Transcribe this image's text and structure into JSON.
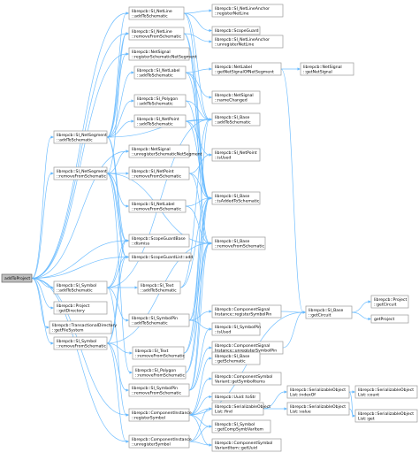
{
  "root": {
    "id": "root",
    "lines": [
      "addToProject"
    ]
  },
  "nodes": [
    {
      "id": "n1",
      "lines": [
        "librepcb::SI_NetLine",
        "::addToSchematic"
      ]
    },
    {
      "id": "n2",
      "lines": [
        "librepcb::SI_NetLine",
        "::removeFromSchematic"
      ]
    },
    {
      "id": "n3",
      "lines": [
        "librepcb::NetSignal",
        "::registerSchematicNetSegment"
      ]
    },
    {
      "id": "n4",
      "lines": [
        "librepcb::SI_NetLabel",
        "::addToSchematic"
      ]
    },
    {
      "id": "n5",
      "lines": [
        "librepcb::SI_Polygon",
        "::addToSchematic"
      ]
    },
    {
      "id": "n6",
      "lines": [
        "librepcb::SI_NetPoint",
        "::addToSchematic"
      ]
    },
    {
      "id": "n7",
      "lines": [
        "librepcb::SI_NetSegment",
        "::addToSchematic"
      ]
    },
    {
      "id": "n8",
      "lines": [
        "librepcb::NetSignal",
        "::unregisterSchematicNetSegment"
      ]
    },
    {
      "id": "n9",
      "lines": [
        "librepcb::SI_NetSegment",
        "::removeFromSchematic"
      ]
    },
    {
      "id": "n10",
      "lines": [
        "librepcb::SI_NetPoint",
        "::removeFromSchematic"
      ]
    },
    {
      "id": "n11",
      "lines": [
        "librepcb::SI_NetLabel",
        "::removeFromSchematic"
      ]
    },
    {
      "id": "n12",
      "lines": [
        "librepcb::ScopeGuardBase",
        "::dismiss"
      ]
    },
    {
      "id": "n13",
      "lines": [
        "librepcb::ScopeGuardList::add"
      ]
    },
    {
      "id": "n14",
      "lines": [
        "librepcb::SI_Symbol",
        "::addToSchematic"
      ]
    },
    {
      "id": "n15",
      "lines": [
        "librepcb::SI_Text",
        "::addToSchematic"
      ]
    },
    {
      "id": "n16",
      "lines": [
        "librepcb::Project",
        "::getDirectory"
      ]
    },
    {
      "id": "n17",
      "lines": [
        "librepcb::TransactionalDirectory",
        "::getFileSystem"
      ]
    },
    {
      "id": "n18",
      "lines": [
        "librepcb::SI_Symbol",
        "::removeFromSchematic"
      ]
    },
    {
      "id": "n19",
      "lines": [
        "librepcb::SI_SymbolPin",
        "::addToSchematic"
      ]
    },
    {
      "id": "n20",
      "lines": [
        "librepcb::SI_Text",
        "::removeFromSchematic"
      ]
    },
    {
      "id": "n21",
      "lines": [
        "librepcb::SI_Polygon",
        "::removeFromSchematic"
      ]
    },
    {
      "id": "n22",
      "lines": [
        "librepcb::SI_SymbolPin",
        "::removeFromSchematic"
      ]
    },
    {
      "id": "n23",
      "lines": [
        "librepcb::ComponentInstance",
        "::registerSymbol"
      ]
    },
    {
      "id": "n24",
      "lines": [
        "librepcb::ComponentInstance",
        "::unregisterSymbol"
      ]
    },
    {
      "id": "n25",
      "lines": [
        "librepcb::SI_NetLineAnchor",
        "::registerNetLine"
      ]
    },
    {
      "id": "n26",
      "lines": [
        "librepcb::ScopeGuard"
      ]
    },
    {
      "id": "n27",
      "lines": [
        "librepcb::SI_NetLineAnchor",
        "::unregisterNetLine"
      ]
    },
    {
      "id": "n28",
      "lines": [
        "librepcb::NetLabel",
        "::getNetSignalOfNetSegment"
      ]
    },
    {
      "id": "n29",
      "lines": [
        "librepcb::NetSignal",
        "::nameChanged"
      ]
    },
    {
      "id": "n30",
      "lines": [
        "librepcb::SI_Base",
        "::addToSchematic"
      ]
    },
    {
      "id": "n31",
      "lines": [
        "librepcb::SI_NetPoint",
        "::isUsed"
      ]
    },
    {
      "id": "n32",
      "lines": [
        "librepcb::SI_Base",
        "::isAddedToSchematic"
      ]
    },
    {
      "id": "n33",
      "lines": [
        "librepcb::SI_Base",
        "::removeFromSchematic"
      ]
    },
    {
      "id": "n34",
      "lines": [
        "librepcb::ComponentSignal",
        "Instance::registerSymbolPin"
      ]
    },
    {
      "id": "n35",
      "lines": [
        "librepcb::SI_SymbolPin",
        "::isUsed"
      ]
    },
    {
      "id": "n36",
      "lines": [
        "librepcb::ComponentSignal",
        "Instance::unregisterSymbolPin"
      ]
    },
    {
      "id": "n37",
      "lines": [
        "librepcb::SI_Base",
        "::getSchematic"
      ]
    },
    {
      "id": "n38",
      "lines": [
        "librepcb::ComponentSymbol",
        "Variant::getSymbolItems"
      ]
    },
    {
      "id": "n39",
      "lines": [
        "librepcb::Uuid::toStr"
      ]
    },
    {
      "id": "n40",
      "lines": [
        "librepcb::SerializableObject",
        "List::find"
      ]
    },
    {
      "id": "n41",
      "lines": [
        "librepcb::SI_Symbol",
        "::getCompSymbVarItem"
      ]
    },
    {
      "id": "n42",
      "lines": [
        "librepcb::ComponentSymbol",
        "VariantItem::getUuid"
      ]
    },
    {
      "id": "n43",
      "lines": [
        "librepcb::NetSignal",
        "::getNetSignal"
      ]
    },
    {
      "id": "n44",
      "lines": [
        "librepcb::SI_Base",
        "::getCircuit"
      ]
    },
    {
      "id": "n45",
      "lines": [
        "librepcb::SerializableObject",
        "List::indexOf"
      ]
    },
    {
      "id": "n46",
      "lines": [
        "librepcb::SerializableObject",
        "List::value"
      ]
    },
    {
      "id": "n47",
      "lines": [
        "librepcb::Project",
        "::getCircuit"
      ]
    },
    {
      "id": "n48",
      "lines": [
        "getProject"
      ]
    },
    {
      "id": "n49",
      "lines": [
        "librepcb::SerializableObject",
        "List::count"
      ]
    },
    {
      "id": "n50",
      "lines": [
        "librepcb::SerializableObject",
        "List::get"
      ]
    }
  ],
  "edges": [
    [
      "root",
      "n7"
    ],
    [
      "root",
      "n9"
    ],
    [
      "root",
      "n14"
    ],
    [
      "root",
      "n16"
    ],
    [
      "root",
      "n17"
    ],
    [
      "root",
      "n18"
    ],
    [
      "root",
      "n12"
    ],
    [
      "root",
      "n13"
    ],
    [
      "root",
      "n3"
    ],
    [
      "root",
      "n8"
    ],
    [
      "root",
      "n1"
    ],
    [
      "root",
      "n2"
    ],
    [
      "root",
      "n23"
    ],
    [
      "root",
      "n24"
    ],
    [
      "n7",
      "n1"
    ],
    [
      "n7",
      "n4"
    ],
    [
      "n7",
      "n5"
    ],
    [
      "n7",
      "n6"
    ],
    [
      "n7",
      "n3"
    ],
    [
      "n7",
      "n12"
    ],
    [
      "n7",
      "n13"
    ],
    [
      "n7",
      "n30"
    ],
    [
      "n7",
      "n2"
    ],
    [
      "n9",
      "n2"
    ],
    [
      "n9",
      "n10"
    ],
    [
      "n9",
      "n11"
    ],
    [
      "n9",
      "n8"
    ],
    [
      "n9",
      "n12"
    ],
    [
      "n9",
      "n13"
    ],
    [
      "n9",
      "n33"
    ],
    [
      "n9",
      "n21"
    ],
    [
      "n1",
      "n25"
    ],
    [
      "n1",
      "n26"
    ],
    [
      "n1",
      "n30"
    ],
    [
      "n1",
      "n32"
    ],
    [
      "n2",
      "n27"
    ],
    [
      "n2",
      "n33"
    ],
    [
      "n2",
      "n32"
    ],
    [
      "n4",
      "n28"
    ],
    [
      "n4",
      "n29"
    ],
    [
      "n4",
      "n30"
    ],
    [
      "n4",
      "n32"
    ],
    [
      "n5",
      "n30"
    ],
    [
      "n5",
      "n32"
    ],
    [
      "n6",
      "n30"
    ],
    [
      "n6",
      "n32"
    ],
    [
      "n6",
      "n31"
    ],
    [
      "n10",
      "n33"
    ],
    [
      "n10",
      "n32"
    ],
    [
      "n10",
      "n31"
    ],
    [
      "n11",
      "n33"
    ],
    [
      "n11",
      "n32"
    ],
    [
      "n28",
      "n43"
    ],
    [
      "n28",
      "n44"
    ],
    [
      "n14",
      "n15"
    ],
    [
      "n14",
      "n19"
    ],
    [
      "n14",
      "n12"
    ],
    [
      "n14",
      "n13"
    ],
    [
      "n14",
      "n30"
    ],
    [
      "n14",
      "n23"
    ],
    [
      "n18",
      "n20"
    ],
    [
      "n18",
      "n22"
    ],
    [
      "n18",
      "n12"
    ],
    [
      "n18",
      "n13"
    ],
    [
      "n18",
      "n33"
    ],
    [
      "n18",
      "n24"
    ],
    [
      "n15",
      "n30"
    ],
    [
      "n15",
      "n32"
    ],
    [
      "n19",
      "n34"
    ],
    [
      "n19",
      "n35"
    ],
    [
      "n19",
      "n30"
    ],
    [
      "n19",
      "n32"
    ],
    [
      "n20",
      "n33"
    ],
    [
      "n20",
      "n32"
    ],
    [
      "n21",
      "n33"
    ],
    [
      "n21",
      "n32"
    ],
    [
      "n22",
      "n36"
    ],
    [
      "n22",
      "n35"
    ],
    [
      "n22",
      "n33"
    ],
    [
      "n22",
      "n32"
    ],
    [
      "n23",
      "n37"
    ],
    [
      "n23",
      "n38"
    ],
    [
      "n23",
      "n39"
    ],
    [
      "n23",
      "n40"
    ],
    [
      "n23",
      "n41"
    ],
    [
      "n23",
      "n42"
    ],
    [
      "n23",
      "n44"
    ],
    [
      "n24",
      "n41"
    ],
    [
      "n24",
      "n42"
    ],
    [
      "n24",
      "n40"
    ],
    [
      "n34",
      "n44"
    ],
    [
      "n36",
      "n44"
    ],
    [
      "n40",
      "n45"
    ],
    [
      "n40",
      "n46"
    ],
    [
      "n45",
      "n49"
    ],
    [
      "n45",
      "n50"
    ],
    [
      "n46",
      "n50"
    ],
    [
      "n44",
      "n47"
    ],
    [
      "n44",
      "n48"
    ]
  ]
}
